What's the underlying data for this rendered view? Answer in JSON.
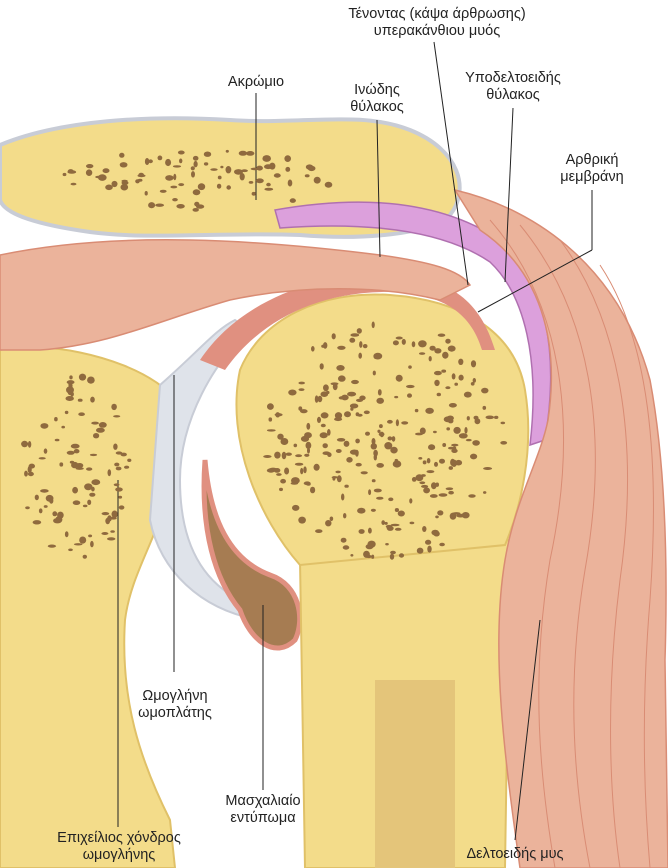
{
  "labels": {
    "tendon": {
      "line1": "Τένοντας (κάψα άρθρωσης)",
      "line2": "υπερακάνθιου μυός"
    },
    "acromion": {
      "line1": "Ακρώμιο"
    },
    "fibrous_capsule": {
      "line1": "Ινώδης",
      "line2": "θύλακος"
    },
    "subdeltoid_bursa": {
      "line1": "Υποδελτοειδής",
      "line2": "θύλακος"
    },
    "synovial_membrane": {
      "line1": "Αρθρική",
      "line2": "μεμβράνη"
    },
    "glenoid_cavity": {
      "line1": "Ωμογλήνη",
      "line2": "ωμοπλάτης"
    },
    "glenoid_labrum": {
      "line1": "Επιχείλιος χόνδρος",
      "line2": "ωμογλήνης"
    },
    "axillary_recess": {
      "line1": "Μασχαλιαίο",
      "line2": "εντύπωμα"
    },
    "deltoid": {
      "line1": "Δελτοειδής μυς"
    }
  },
  "colors": {
    "bone": "#f3dc8a",
    "bone_edge": "#e0c168",
    "marrow": "#8f6a3e",
    "muscle": "#ebb39b",
    "muscle_line": "#d98c74",
    "bursa": "#dca0dc",
    "cartilage": "#dfe3ea",
    "capsule": "#e09080",
    "cavity": "#a67c52"
  }
}
